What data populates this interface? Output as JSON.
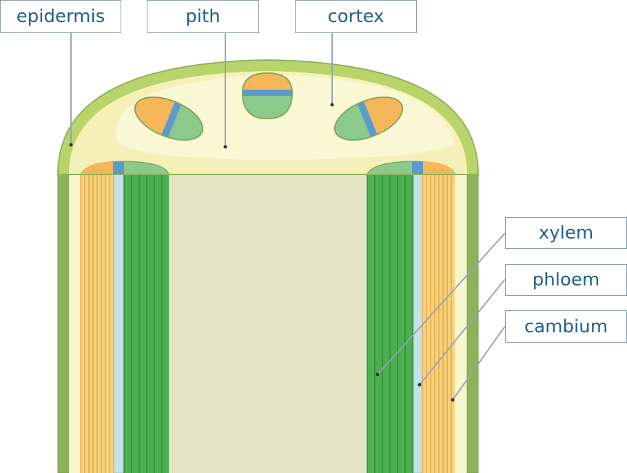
{
  "labels": {
    "epidermis": "epidermis",
    "pith": "pith",
    "cortex": "cortex",
    "xylem": "xylem",
    "phloem": "phloem",
    "cambium": "cambium"
  },
  "colors": {
    "epidermis": "#b9d46a",
    "epidermis_dark": "#8db35a",
    "cortex": "#f8f6cf",
    "cortex_inner": "#f5f0b8",
    "pith": "#e3e4c3",
    "phloem": "#f5c46a",
    "cambium": "#5b9ad0",
    "xylem": "#4caf50",
    "xylem_light": "#8cc98c",
    "light_blue": "#c5e3e4",
    "text": "#1f5f8f",
    "leader": "#9aa5ad"
  }
}
